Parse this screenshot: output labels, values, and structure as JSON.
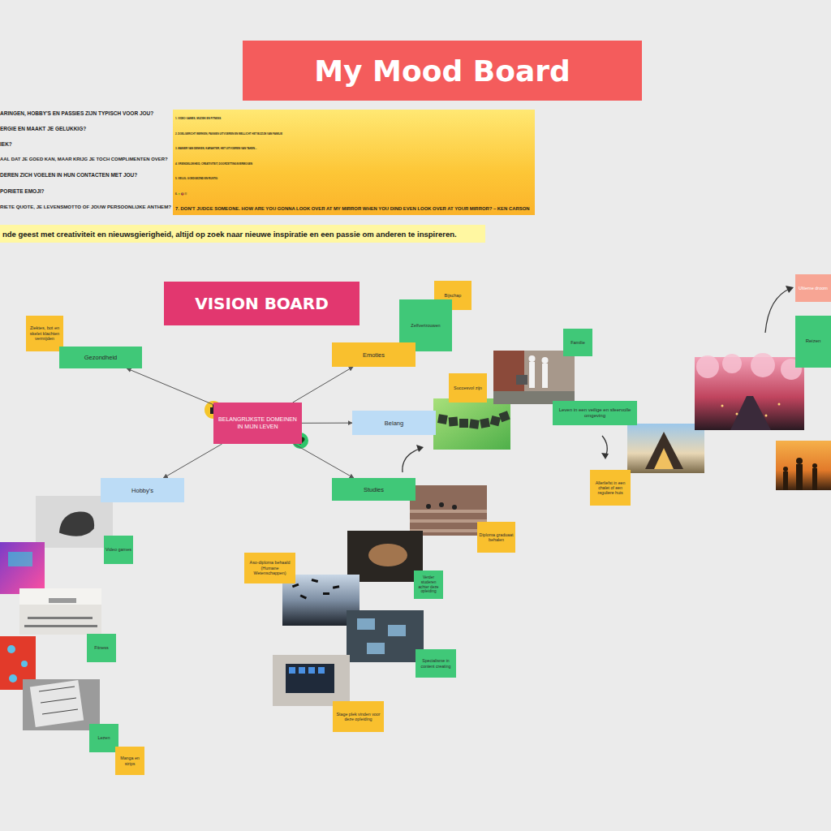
{
  "diagram": {
    "title": "My Mood Board",
    "nodes": [
      {
        "text": [
          "1. VIDEO GAMES, MUZIEK EN FITNESS",
          "2. DOELGERICHT WERKEN, PASSIES UITVOEREN EN WELLICHT HET BIJZIJN VAN FAMILIE",
          "3. MANIER VAN DENKEN, KARAKTER, HET UITVOEREN VAN TAKEN...",
          "4. VRIENDELIJKHEID, CREATIVITEIT, DOORZETTINGSVERMOGEN",
          "5. VEILIG, GOEDGEZIND EN RUSTIG",
          "6. 🐸👹😈",
          "7. DON'T JUDGE SOMEONE. HOW ARE YOU GONNA LOOK OVER AT MY MIRROR WHEN YOU DIND EVEN LOOK OVER AT YOUR MIRROR? – KEN CARSON"
        ]
      },
      {
        "text": [
          "nde geest met creativiteit en nieuwsgierigheid, altijd op zoek naar nieuwe inspiratie en een passie om anderen te inspireren."
        ]
      },
      {
        "text": [
          "VISION BOARD"
        ]
      },
      {
        "text": [
          "Ziektes, bot en skelet klachten vermijden"
        ]
      },
      {
        "text": [
          "Gezondheid"
        ]
      },
      {
        "text": [
          "Bijschap"
        ]
      },
      {
        "text": [
          "Zelfvertrouwen"
        ]
      },
      {
        "text": [
          "Emoties"
        ]
      },
      {
        "text": [
          "Familie"
        ]
      },
      {
        "text": [
          "Succesvol zijn"
        ]
      },
      {
        "text": [
          "BELANGRIJKSTE DOMEINEN IN MIJN LEVEN"
        ]
      },
      {
        "text": [
          "Belang"
        ]
      },
      {
        "text": [
          "Leven in een veilige en sfeervolle omgeving"
        ]
      },
      {
        "text": [
          "Allerliefst in een chalet of een reguliere huis"
        ]
      },
      {
        "text": [
          "Ultieme droom"
        ]
      },
      {
        "text": [
          "Reizen"
        ]
      },
      {
        "text": [
          "Hobby's"
        ]
      },
      {
        "text": [
          "Studies"
        ]
      },
      {
        "text": [
          "Video games"
        ]
      },
      {
        "text": [
          "Diploma graduaat behalen"
        ]
      },
      {
        "text": [
          "Aso-diploma behaald (Humane Wetenschappen)"
        ]
      },
      {
        "text": [
          "Verder studeren achter deze opleiding"
        ]
      },
      {
        "text": [
          "Fitness"
        ]
      },
      {
        "text": [
          "Specialisme in content creating"
        ]
      },
      {
        "text": [
          "Stage plek vinden voor deze opleiding"
        ]
      },
      {
        "text": [
          "Lezen"
        ]
      },
      {
        "text": [
          "Manga en strips"
        ]
      }
    ],
    "edges": [
      {
        "from": 10,
        "to": 4,
        "arrow": "to"
      },
      {
        "from": 10,
        "to": 7,
        "arrow": "to"
      },
      {
        "from": 10,
        "to": 11,
        "arrow": "to"
      },
      {
        "from": 10,
        "to": 16,
        "arrow": "to"
      },
      {
        "from": 10,
        "to": 17,
        "arrow": "to"
      }
    ],
    "labels": [
      "ARINGEN, HOBBY'S EN PASSIES ZIJN TYPISCH VOOR JOU?",
      "ERGIE EN MAAKT JE GELUKKIG?",
      "IEK?",
      "AAL DAT JE GOED KAN, MAAR KRIJG JE TOCH COMPLIMENTEN OVER?",
      "DEREN ZICH VOELEN IN HUN CONTACTEN MET JOU?",
      "PORIETE EMOJI?",
      "RIETE QUOTE, JE LEVENSMOTTO OF JOUW PERSOONLIJKE ANTHEM?"
    ]
  }
}
